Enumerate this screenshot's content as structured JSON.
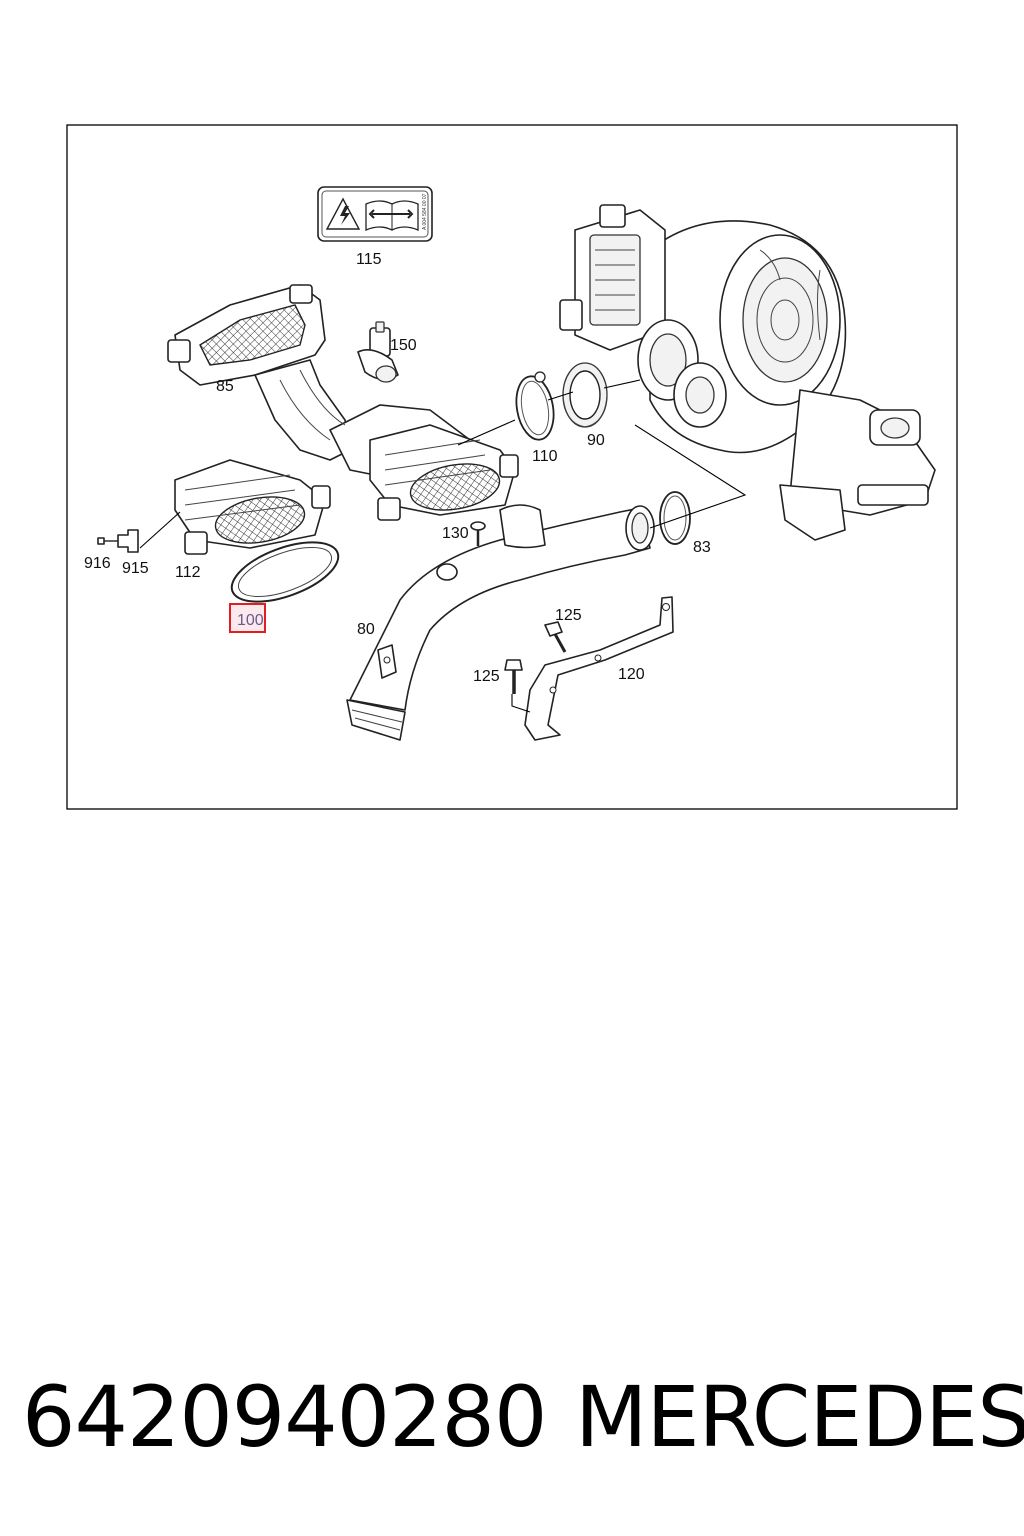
{
  "callouts": {
    "c115": "115",
    "c150": "150",
    "c85": "85",
    "c110": "110",
    "c90": "90",
    "c130": "130",
    "c83": "83",
    "c916": "916",
    "c915": "915",
    "c112": "112",
    "c100": "100",
    "c125a": "125",
    "c125b": "125",
    "c80": "80",
    "c120": "120"
  },
  "colors": {
    "highlight_box": "#e02020",
    "highlight_text": "#6a5a8a",
    "line": "#222222"
  },
  "footer": {
    "part_number": "6420940280",
    "brand": "MERCEDES"
  }
}
